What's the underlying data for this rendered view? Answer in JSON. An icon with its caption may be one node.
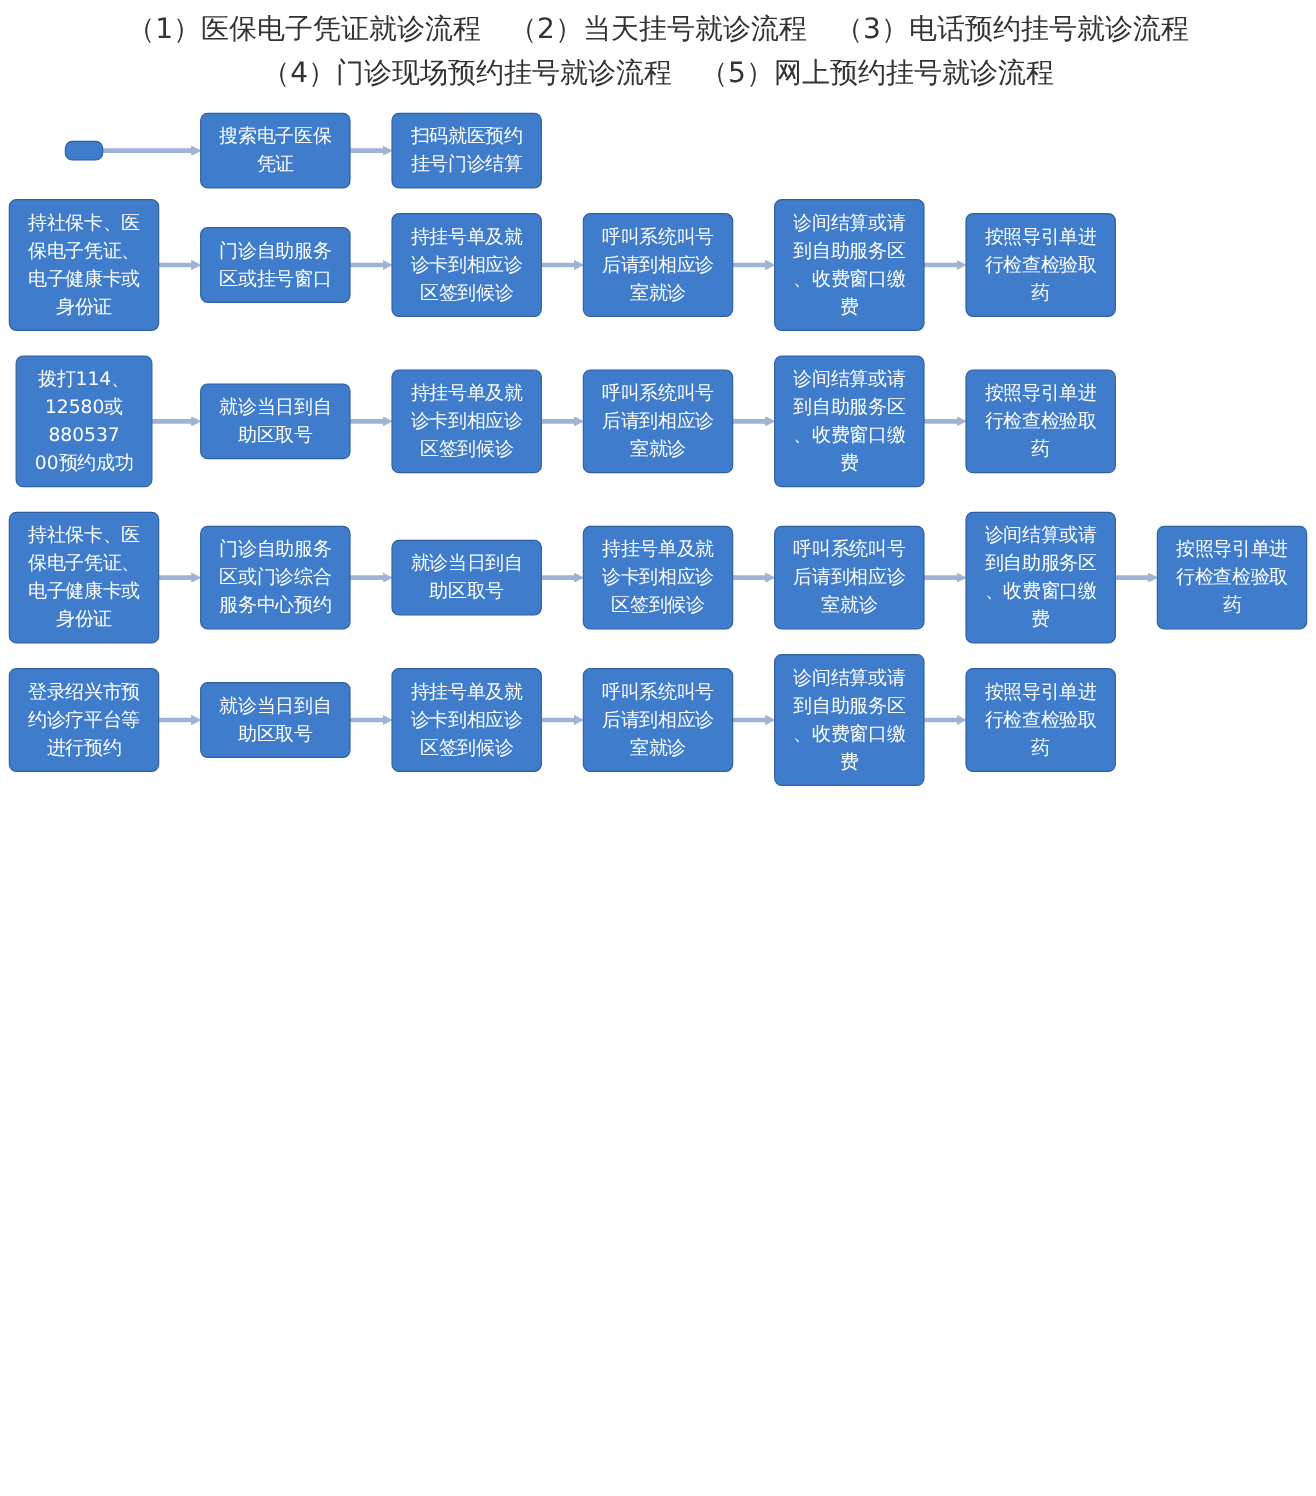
{
  "diagram": {
    "nodes": [
      {
        "text": [],
        "shape": "box"
      },
      {
        "text": [
          "搜索电子医保凭证"
        ]
      },
      {
        "text": [
          "扫码就医预约挂号门诊结算"
        ]
      },
      {
        "text": [
          "持社保卡、医保电子凭证、电子健康卡或身份证"
        ]
      },
      {
        "text": [
          "门诊自助服务区或挂号窗口"
        ]
      },
      {
        "text": [
          "持挂号单及就诊卡到相应诊区签到候诊"
        ]
      },
      {
        "text": [
          "呼叫系统叫号后请到相应诊室就诊"
        ]
      },
      {
        "text": [
          "诊间结算或请到自助服务区、收费窗口缴费"
        ]
      },
      {
        "text": [
          "按照导引单进行检查检验取药"
        ]
      },
      {
        "text": [
          "拨打114、12580或88053700预约成功"
        ]
      },
      {
        "text": [
          "就诊当日到自助区取号"
        ]
      },
      {
        "text": [
          "持挂号单及就诊卡到相应诊区签到候诊"
        ]
      },
      {
        "text": [
          "呼叫系统叫号后请到相应诊室就诊"
        ]
      },
      {
        "text": [
          "诊间结算或请到自助服务区、收费窗口缴费"
        ]
      },
      {
        "text": [
          "按照导引单进行检查检验取药"
        ]
      },
      {
        "text": [
          "持社保卡、医保电子凭证、电子健康卡或身份证"
        ]
      },
      {
        "text": [
          "门诊自助服务区或门诊综合服务中心预约"
        ]
      },
      {
        "text": [
          "就诊当日到自助区取号"
        ]
      },
      {
        "text": [
          "持挂号单及就诊卡到相应诊区签到候诊"
        ]
      },
      {
        "text": [
          "呼叫系统叫号后请到相应诊室就诊"
        ]
      },
      {
        "text": [
          "诊间结算或请到自助服务区、收费窗口缴费"
        ]
      },
      {
        "text": [
          "按照导引单进行检查检验取药"
        ]
      },
      {
        "text": [
          "登录绍兴市预约诊疗平台等进行预约"
        ]
      },
      {
        "text": [
          "就诊当日到自助区取号"
        ]
      },
      {
        "text": [
          "持挂号单及就诊卡到相应诊区签到候诊"
        ]
      },
      {
        "text": [
          "呼叫系统叫号后请到相应诊室就诊"
        ]
      },
      {
        "text": [
          "诊间结算或请到自助服务区、收费窗口缴费"
        ]
      },
      {
        "text": [
          "按照导引单进行检查检验取药"
        ]
      }
    ],
    "edges": [
      {
        "from": 0,
        "to": 1,
        "arrow": "to"
      },
      {
        "from": 1,
        "to": 2,
        "arrow": "to"
      },
      {
        "from": 3,
        "to": 4,
        "arrow": "to"
      },
      {
        "from": 4,
        "to": 5,
        "arrow": "to"
      },
      {
        "from": 5,
        "to": 6,
        "arrow": "to"
      },
      {
        "from": 6,
        "to": 7,
        "arrow": "to"
      },
      {
        "from": 7,
        "to": 8,
        "arrow": "to"
      },
      {
        "from": 9,
        "to": 10,
        "arrow": "to"
      },
      {
        "from": 10,
        "to": 11,
        "arrow": "to"
      },
      {
        "from": 11,
        "to": 12,
        "arrow": "to"
      },
      {
        "from": 12,
        "to": 13,
        "arrow": "to"
      },
      {
        "from": 13,
        "to": 14,
        "arrow": "to"
      },
      {
        "from": 15,
        "to": 16,
        "arrow": "to"
      },
      {
        "from": 16,
        "to": 17,
        "arrow": "to"
      },
      {
        "from": 17,
        "to": 18,
        "arrow": "to"
      },
      {
        "from": 18,
        "to": 19,
        "arrow": "to"
      },
      {
        "from": 19,
        "to": 20,
        "arrow": "to"
      },
      {
        "from": 20,
        "to": 21,
        "arrow": "to"
      },
      {
        "from": 22,
        "to": 23,
        "arrow": "to"
      },
      {
        "from": 23,
        "to": 24,
        "arrow": "to"
      },
      {
        "from": 24,
        "to": 25,
        "arrow": "to"
      },
      {
        "from": 25,
        "to": 26,
        "arrow": "to"
      },
      {
        "from": 26,
        "to": 27,
        "arrow": "to"
      }
    ],
    "labels": [
      "（1）医保电子凭证就诊流程",
      "（2）当天挂号就诊流程",
      "（3）电话预约挂号就诊流程",
      "（4）门诊现场预约挂号就诊流程",
      "（5）网上预约挂号就诊流程"
    ]
  }
}
